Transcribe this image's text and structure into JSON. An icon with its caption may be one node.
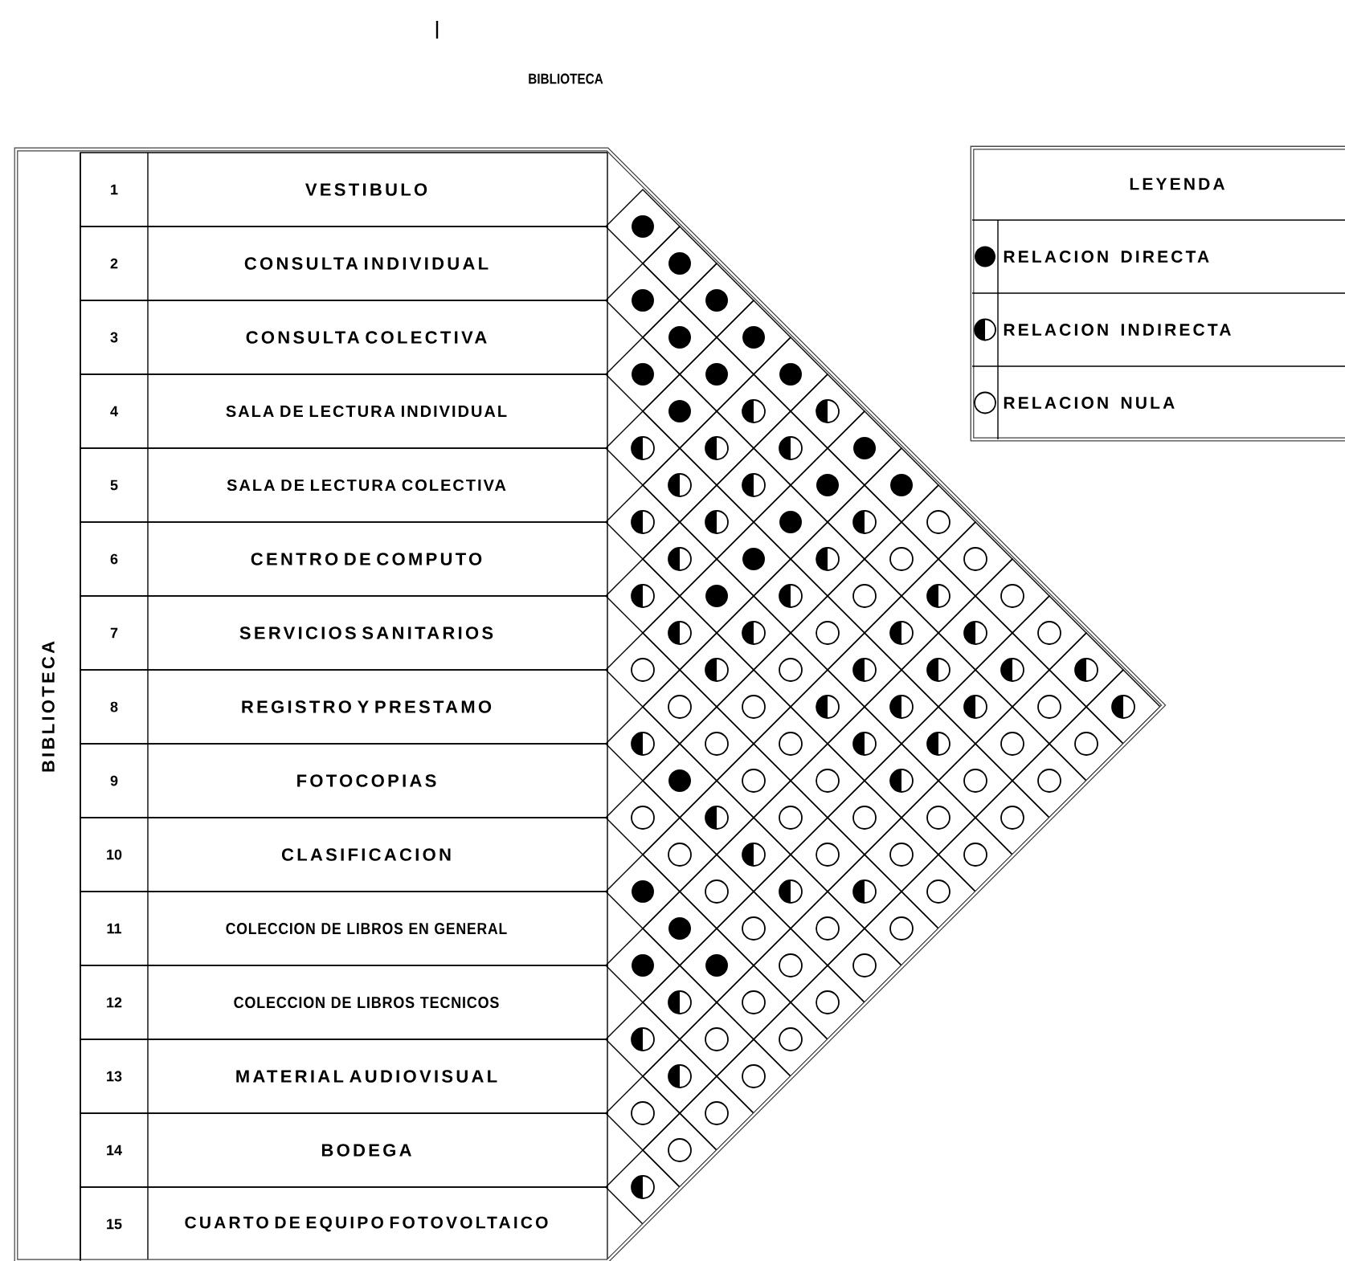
{
  "diagram": {
    "title": "BIBLIOTECA",
    "nodes": [
      {
        "text": [
          "BIBLIOTECA"
        ]
      },
      {
        "text": [
          "1",
          "VESTIBULO"
        ],
        "in": 0
      },
      {
        "text": [
          "2",
          "CONSULTA INDIVIDUAL"
        ],
        "in": 0
      },
      {
        "text": [
          "3",
          "CONSULTA COLECTIVA"
        ],
        "in": 0
      },
      {
        "text": [
          "4",
          "SALA DE LECTURA INDIVIDUAL"
        ],
        "in": 0
      },
      {
        "text": [
          "5",
          "SALA DE LECTURA COLECTIVA"
        ],
        "in": 0
      },
      {
        "text": [
          "6",
          "CENTRO DE COMPUTO"
        ],
        "in": 0
      },
      {
        "text": [
          "7",
          "SERVICIOS SANITARIOS"
        ],
        "in": 0
      },
      {
        "text": [
          "8",
          "REGISTRO Y PRESTAMO"
        ],
        "in": 0
      },
      {
        "text": [
          "9",
          "FOTOCOPIAS"
        ],
        "in": 0
      },
      {
        "text": [
          "10",
          "CLASIFICACION"
        ],
        "in": 0
      },
      {
        "text": [
          "11",
          "COLECCION DE LIBROS EN GENERAL"
        ],
        "in": 0
      },
      {
        "text": [
          "12",
          "COLECCION DE LIBROS TECNICOS"
        ],
        "in": 0
      },
      {
        "text": [
          "13",
          "MATERIAL AUDIOVISUAL"
        ],
        "in": 0
      },
      {
        "text": [
          "14",
          "BODEGA"
        ],
        "in": 0
      },
      {
        "text": [
          "15",
          "CUARTO DE EQUIPO FOTOVOLTAICO"
        ],
        "in": 0
      },
      {
        "text": [],
        "shape": "disc",
        "in": 0
      },
      {
        "text": [],
        "shape": "disc",
        "in": 0
      },
      {
        "text": [],
        "shape": "disc",
        "in": 0
      },
      {
        "text": [],
        "shape": "disc",
        "in": 0
      },
      {
        "text": [],
        "shape": "disc",
        "in": 0
      },
      {
        "text": [],
        "shape": "disc",
        "in": 0
      },
      {
        "text": [],
        "shape": "disc",
        "in": 0
      },
      {
        "text": [],
        "shape": "disc",
        "in": 0
      },
      {
        "text": [],
        "shape": "disc",
        "in": 0
      },
      {
        "text": [],
        "shape": "disc",
        "in": 0
      },
      {
        "text": [],
        "shape": "half-disc",
        "in": 0
      },
      {
        "text": [],
        "shape": "half-disc",
        "in": 0
      },
      {
        "text": [],
        "shape": "half-disc",
        "in": 0
      },
      {
        "text": [],
        "shape": "half-disc",
        "in": 0
      },
      {
        "text": [],
        "shape": "half-disc",
        "in": 0
      },
      {
        "text": [],
        "shape": "disc",
        "in": 0
      },
      {
        "text": [],
        "shape": "half-disc",
        "in": 0
      },
      {
        "text": [],
        "shape": "half-disc",
        "in": 0
      },
      {
        "text": [],
        "shape": "disc",
        "in": 0
      },
      {
        "text": [],
        "shape": "disc",
        "in": 0
      },
      {
        "text": [],
        "shape": "half-disc",
        "in": 0
      },
      {
        "text": [],
        "shape": "half-disc",
        "in": 0
      },
      {
        "text": [],
        "shape": "disc",
        "in": 0
      },
      {
        "text": [],
        "shape": "half-disc",
        "in": 0
      },
      {
        "text": [],
        "shape": "circle",
        "in": 0
      },
      {
        "text": [],
        "shape": "half-disc",
        "in": 0
      },
      {
        "text": [],
        "shape": "disc",
        "in": 0
      },
      {
        "text": [],
        "shape": "half-disc",
        "in": 0
      },
      {
        "text": [],
        "shape": "circle",
        "in": 0
      },
      {
        "text": [],
        "shape": "circle",
        "in": 0
      },
      {
        "text": [],
        "shape": "half-disc",
        "in": 0
      },
      {
        "text": [],
        "shape": "disc",
        "in": 0
      },
      {
        "text": [],
        "shape": "half-disc",
        "in": 0
      },
      {
        "text": [],
        "shape": "circle",
        "in": 0
      },
      {
        "text": [],
        "shape": "half-disc",
        "in": 0
      },
      {
        "text": [],
        "shape": "circle",
        "in": 0
      },
      {
        "text": [],
        "shape": "half-disc",
        "in": 0
      },
      {
        "text": [],
        "shape": "half-disc",
        "in": 0
      },
      {
        "text": [],
        "shape": "circle",
        "in": 0
      },
      {
        "text": [],
        "shape": "half-disc",
        "in": 0
      },
      {
        "text": [],
        "shape": "half-disc",
        "in": 0
      },
      {
        "text": [],
        "shape": "circle",
        "in": 0
      },
      {
        "text": [],
        "shape": "circle",
        "in": 0
      },
      {
        "text": [],
        "shape": "half-disc",
        "in": 0
      },
      {
        "text": [],
        "shape": "circle",
        "in": 0
      },
      {
        "text": [],
        "shape": "half-disc",
        "in": 0
      },
      {
        "text": [],
        "shape": "half-disc",
        "in": 0
      },
      {
        "text": [],
        "shape": "half-disc",
        "in": 0
      },
      {
        "text": [],
        "shape": "half-disc",
        "in": 0
      },
      {
        "text": [],
        "shape": "circle",
        "in": 0
      },
      {
        "text": [],
        "shape": "circle",
        "in": 0
      },
      {
        "text": [],
        "shape": "half-disc",
        "in": 0
      },
      {
        "text": [],
        "shape": "half-disc",
        "in": 0
      },
      {
        "text": [],
        "shape": "half-disc",
        "in": 0
      },
      {
        "text": [],
        "shape": "circle",
        "in": 0
      },
      {
        "text": [],
        "shape": "half-disc",
        "in": 0
      },
      {
        "text": [],
        "shape": "half-disc",
        "in": 0
      },
      {
        "text": [],
        "shape": "circle",
        "in": 0
      },
      {
        "text": [],
        "shape": "circle",
        "in": 0
      },
      {
        "text": [],
        "shape": "half-disc",
        "in": 0
      },
      {
        "text": [],
        "shape": "half-disc",
        "in": 0
      },
      {
        "text": [],
        "shape": "circle",
        "in": 0
      },
      {
        "text": [],
        "shape": "circle",
        "in": 0
      },
      {
        "text": [],
        "shape": "disc",
        "in": 0
      },
      {
        "text": [],
        "shape": "circle",
        "in": 0
      },
      {
        "text": [],
        "shape": "circle",
        "in": 0
      },
      {
        "text": [],
        "shape": "half-disc",
        "in": 0
      },
      {
        "text": [],
        "shape": "circle",
        "in": 0
      },
      {
        "text": [],
        "shape": "circle",
        "in": 0
      },
      {
        "text": [],
        "shape": "circle",
        "in": 0
      },
      {
        "text": [],
        "shape": "half-disc",
        "in": 0
      },
      {
        "text": [],
        "shape": "circle",
        "in": 0
      },
      {
        "text": [],
        "shape": "circle",
        "in": 0
      },
      {
        "text": [],
        "shape": "circle",
        "in": 0
      },
      {
        "text": [],
        "shape": "circle",
        "in": 0
      },
      {
        "text": [],
        "shape": "circle",
        "in": 0
      },
      {
        "text": [],
        "shape": "half-disc",
        "in": 0
      },
      {
        "text": [],
        "shape": "circle",
        "in": 0
      },
      {
        "text": [],
        "shape": "circle",
        "in": 0
      },
      {
        "text": [],
        "shape": "circle",
        "in": 0
      },
      {
        "text": [],
        "shape": "disc",
        "in": 0
      },
      {
        "text": [],
        "shape": "circle",
        "in": 0
      },
      {
        "text": [],
        "shape": "half-disc",
        "in": 0
      },
      {
        "text": [],
        "shape": "half-disc",
        "in": 0
      },
      {
        "text": [],
        "shape": "circle",
        "in": 0
      },
      {
        "text": [],
        "shape": "disc",
        "in": 0
      },
      {
        "text": [],
        "shape": "circle",
        "in": 0
      },
      {
        "text": [],
        "shape": "circle",
        "in": 0
      },
      {
        "text": [],
        "shape": "circle",
        "in": 0
      },
      {
        "text": [],
        "shape": "disc",
        "in": 0
      },
      {
        "text": [],
        "shape": "disc",
        "in": 0
      },
      {
        "text": [],
        "shape": "circle",
        "in": 0
      },
      {
        "text": [],
        "shape": "circle",
        "in": 0
      },
      {
        "text": [],
        "shape": "half-disc",
        "in": 0
      },
      {
        "text": [],
        "shape": "circle",
        "in": 0
      },
      {
        "text": [],
        "shape": "circle",
        "in": 0
      },
      {
        "text": [],
        "shape": "half-disc",
        "in": 0
      },
      {
        "text": [],
        "shape": "circle",
        "in": 0
      },
      {
        "text": [],
        "shape": "circle",
        "in": 0
      },
      {
        "text": [],
        "shape": "half-disc",
        "in": 0
      },
      {
        "text": [],
        "shape": "circle",
        "in": 0
      },
      {
        "text": [],
        "shape": "circle",
        "in": 0
      },
      {
        "text": [],
        "shape": "circle",
        "in": 0
      },
      {
        "text": [],
        "shape": "circle",
        "in": 0
      },
      {
        "text": [],
        "shape": "half-disc",
        "in": 0
      }
    ],
    "labels": [
      "LEYENDA"
    ],
    "legend": [
      {
        "text": "RELACION DIRECTA"
      },
      {
        "text": "RELACION INDIRECTA"
      },
      {
        "text": "RELACION NULA"
      }
    ]
  }
}
